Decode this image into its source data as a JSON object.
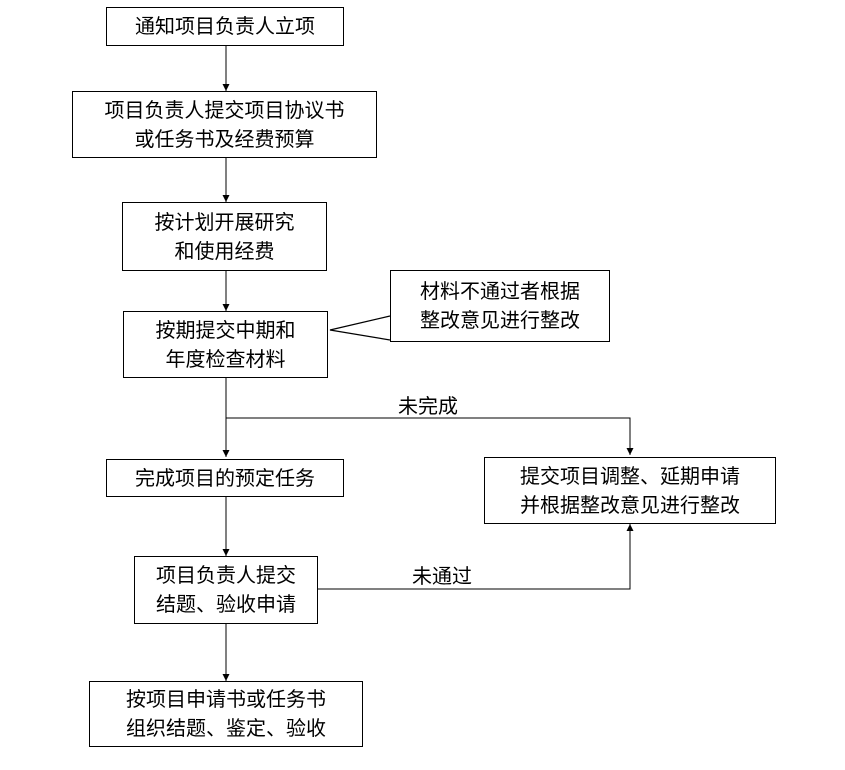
{
  "nodes": {
    "n1": {
      "lines": [
        "通知项目负责人立项"
      ]
    },
    "n2": {
      "lines": [
        "项目负责人提交项目协议书",
        "或任务书及经费预算"
      ]
    },
    "n3": {
      "lines": [
        "按计划开展研究",
        "和使用经费"
      ]
    },
    "n4": {
      "lines": [
        "按期提交中期和",
        "年度检查材料"
      ]
    },
    "note": {
      "lines": [
        "材料不通过者根据",
        "整改意见进行整改"
      ]
    },
    "n5": {
      "lines": [
        "完成项目的预定任务"
      ]
    },
    "n6": {
      "lines": [
        "提交项目调整、延期申请",
        "并根据整改意见进行整改"
      ]
    },
    "n7": {
      "lines": [
        "项目负责人提交",
        "结题、验收申请"
      ]
    },
    "n8": {
      "lines": [
        "按项目申请书或任务书",
        "组织结题、鉴定、验收"
      ]
    }
  },
  "edge_labels": {
    "not_completed": "未完成",
    "not_passed": "未通过"
  }
}
